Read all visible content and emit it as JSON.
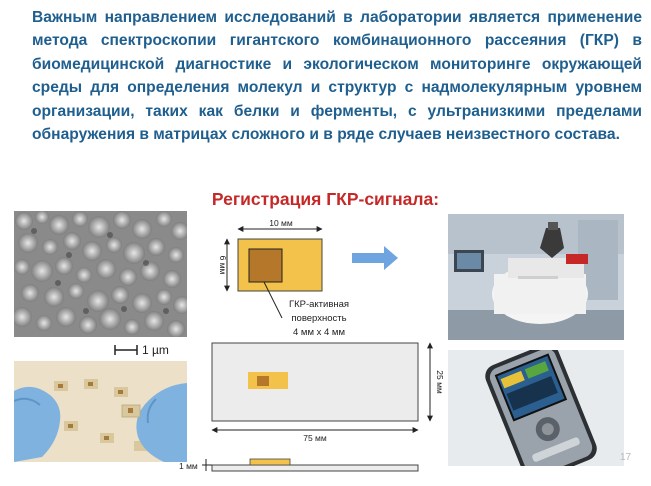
{
  "paragraph": "Важным направлением исследований в лаборатории является применение метода спектроскопии гигантского комбинационного рассеяния (ГКР) в биомедицинской диагностике и экологическом мониторинге окружающей среды для определения молекул и структур с надмолекулярным уровнем организации, таких как белки и ферменты, с ультранизкими пределами обнаружения в матрицах сложного и в ряде случаев неизвестного состава.",
  "subheading": "Регистрация ГКР-сигнала:",
  "sem_scale": "1 µm",
  "diagram": {
    "dim_10mm": "10 мм",
    "dim_6mm": "6 мм",
    "active_line1": "ГКР-активная",
    "active_line2": "поверхность",
    "active_line3": "4 мм х 4 мм",
    "dim_25mm": "25 мм",
    "dim_75mm": "75 мм",
    "dim_1mm": "1 мм"
  },
  "page_number": "17",
  "colors": {
    "text_blue": "#1f5f8f",
    "heading_red": "#c62828",
    "substrate_orange": "#f2c24a",
    "active_brown": "#b5782a",
    "arrow_blue": "#6ea4e0"
  }
}
